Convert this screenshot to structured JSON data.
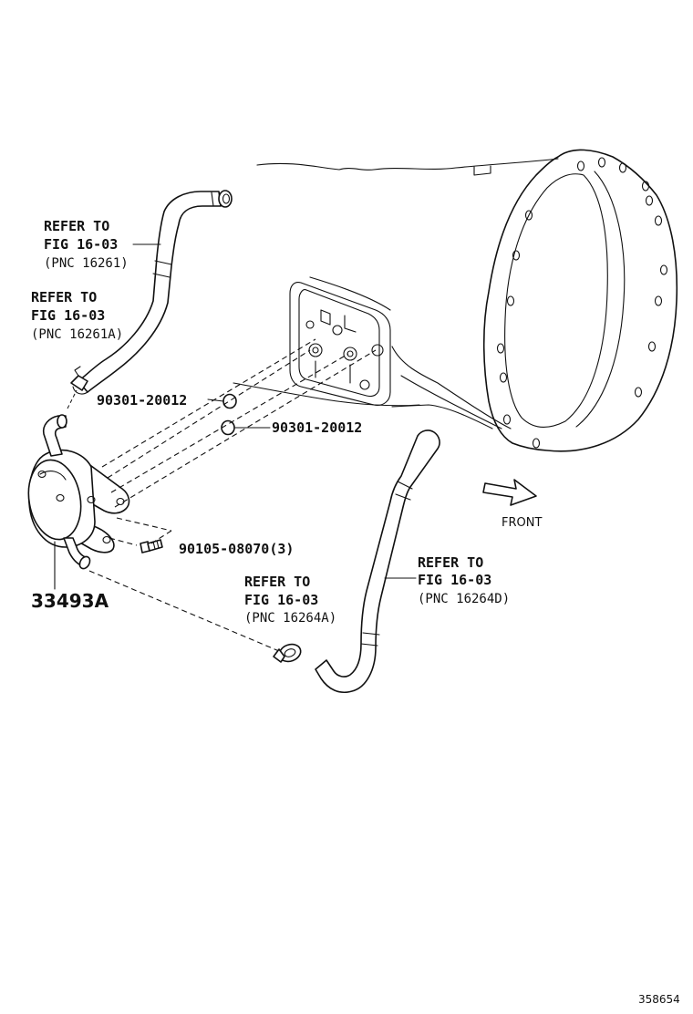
{
  "labels": {
    "refer_hose_top": {
      "line1": "REFER TO",
      "line2": "FIG 16-03",
      "line3": "(PNC 16261)"
    },
    "refer_clamp_top": {
      "line1": "REFER TO",
      "line2": "FIG 16-03",
      "line3": "(PNC 16261A)"
    },
    "gasket_upper": "90301-20012",
    "gasket_lower": "90301-20012",
    "bolt": "90105-08070(3)",
    "cooler": "33493A",
    "refer_clamp_bottom": {
      "line1": "REFER TO",
      "line2": "FIG 16-03",
      "line3": "(PNC 16264A)"
    },
    "refer_hose_bottom": {
      "line1": "REFER TO",
      "line2": "FIG 16-03",
      "line3": "(PNC 16264D)"
    },
    "front": "FRONT",
    "diagram_id": "358654"
  }
}
